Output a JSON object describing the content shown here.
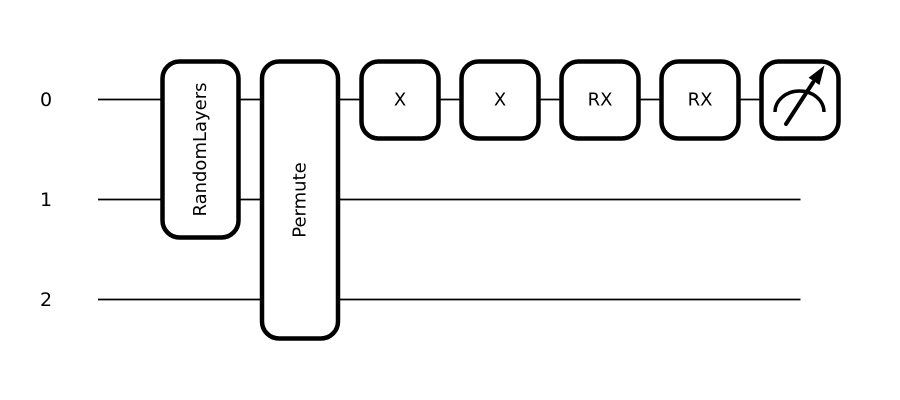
{
  "figure": {
    "background_color": "#ffffff",
    "line_color": "#000000",
    "gate_fill_color": "#ffffff"
  },
  "circuit": {
    "wires": [
      {
        "label": "0"
      },
      {
        "label": "1"
      },
      {
        "label": "2"
      }
    ],
    "gates": [
      {
        "label": "RandomLayers",
        "wires": "0-1",
        "orientation": "vertical"
      },
      {
        "label": "Permute",
        "wires": "0-2",
        "orientation": "vertical"
      },
      {
        "label": "X",
        "wires": "0",
        "orientation": "horizontal"
      },
      {
        "label": "X",
        "wires": "0",
        "orientation": "horizontal"
      },
      {
        "label": "RX",
        "wires": "0",
        "orientation": "horizontal"
      },
      {
        "label": "RX",
        "wires": "0",
        "orientation": "horizontal"
      }
    ],
    "measurement": {
      "wire": "0",
      "icon": "gauge-measurement-icon"
    }
  }
}
